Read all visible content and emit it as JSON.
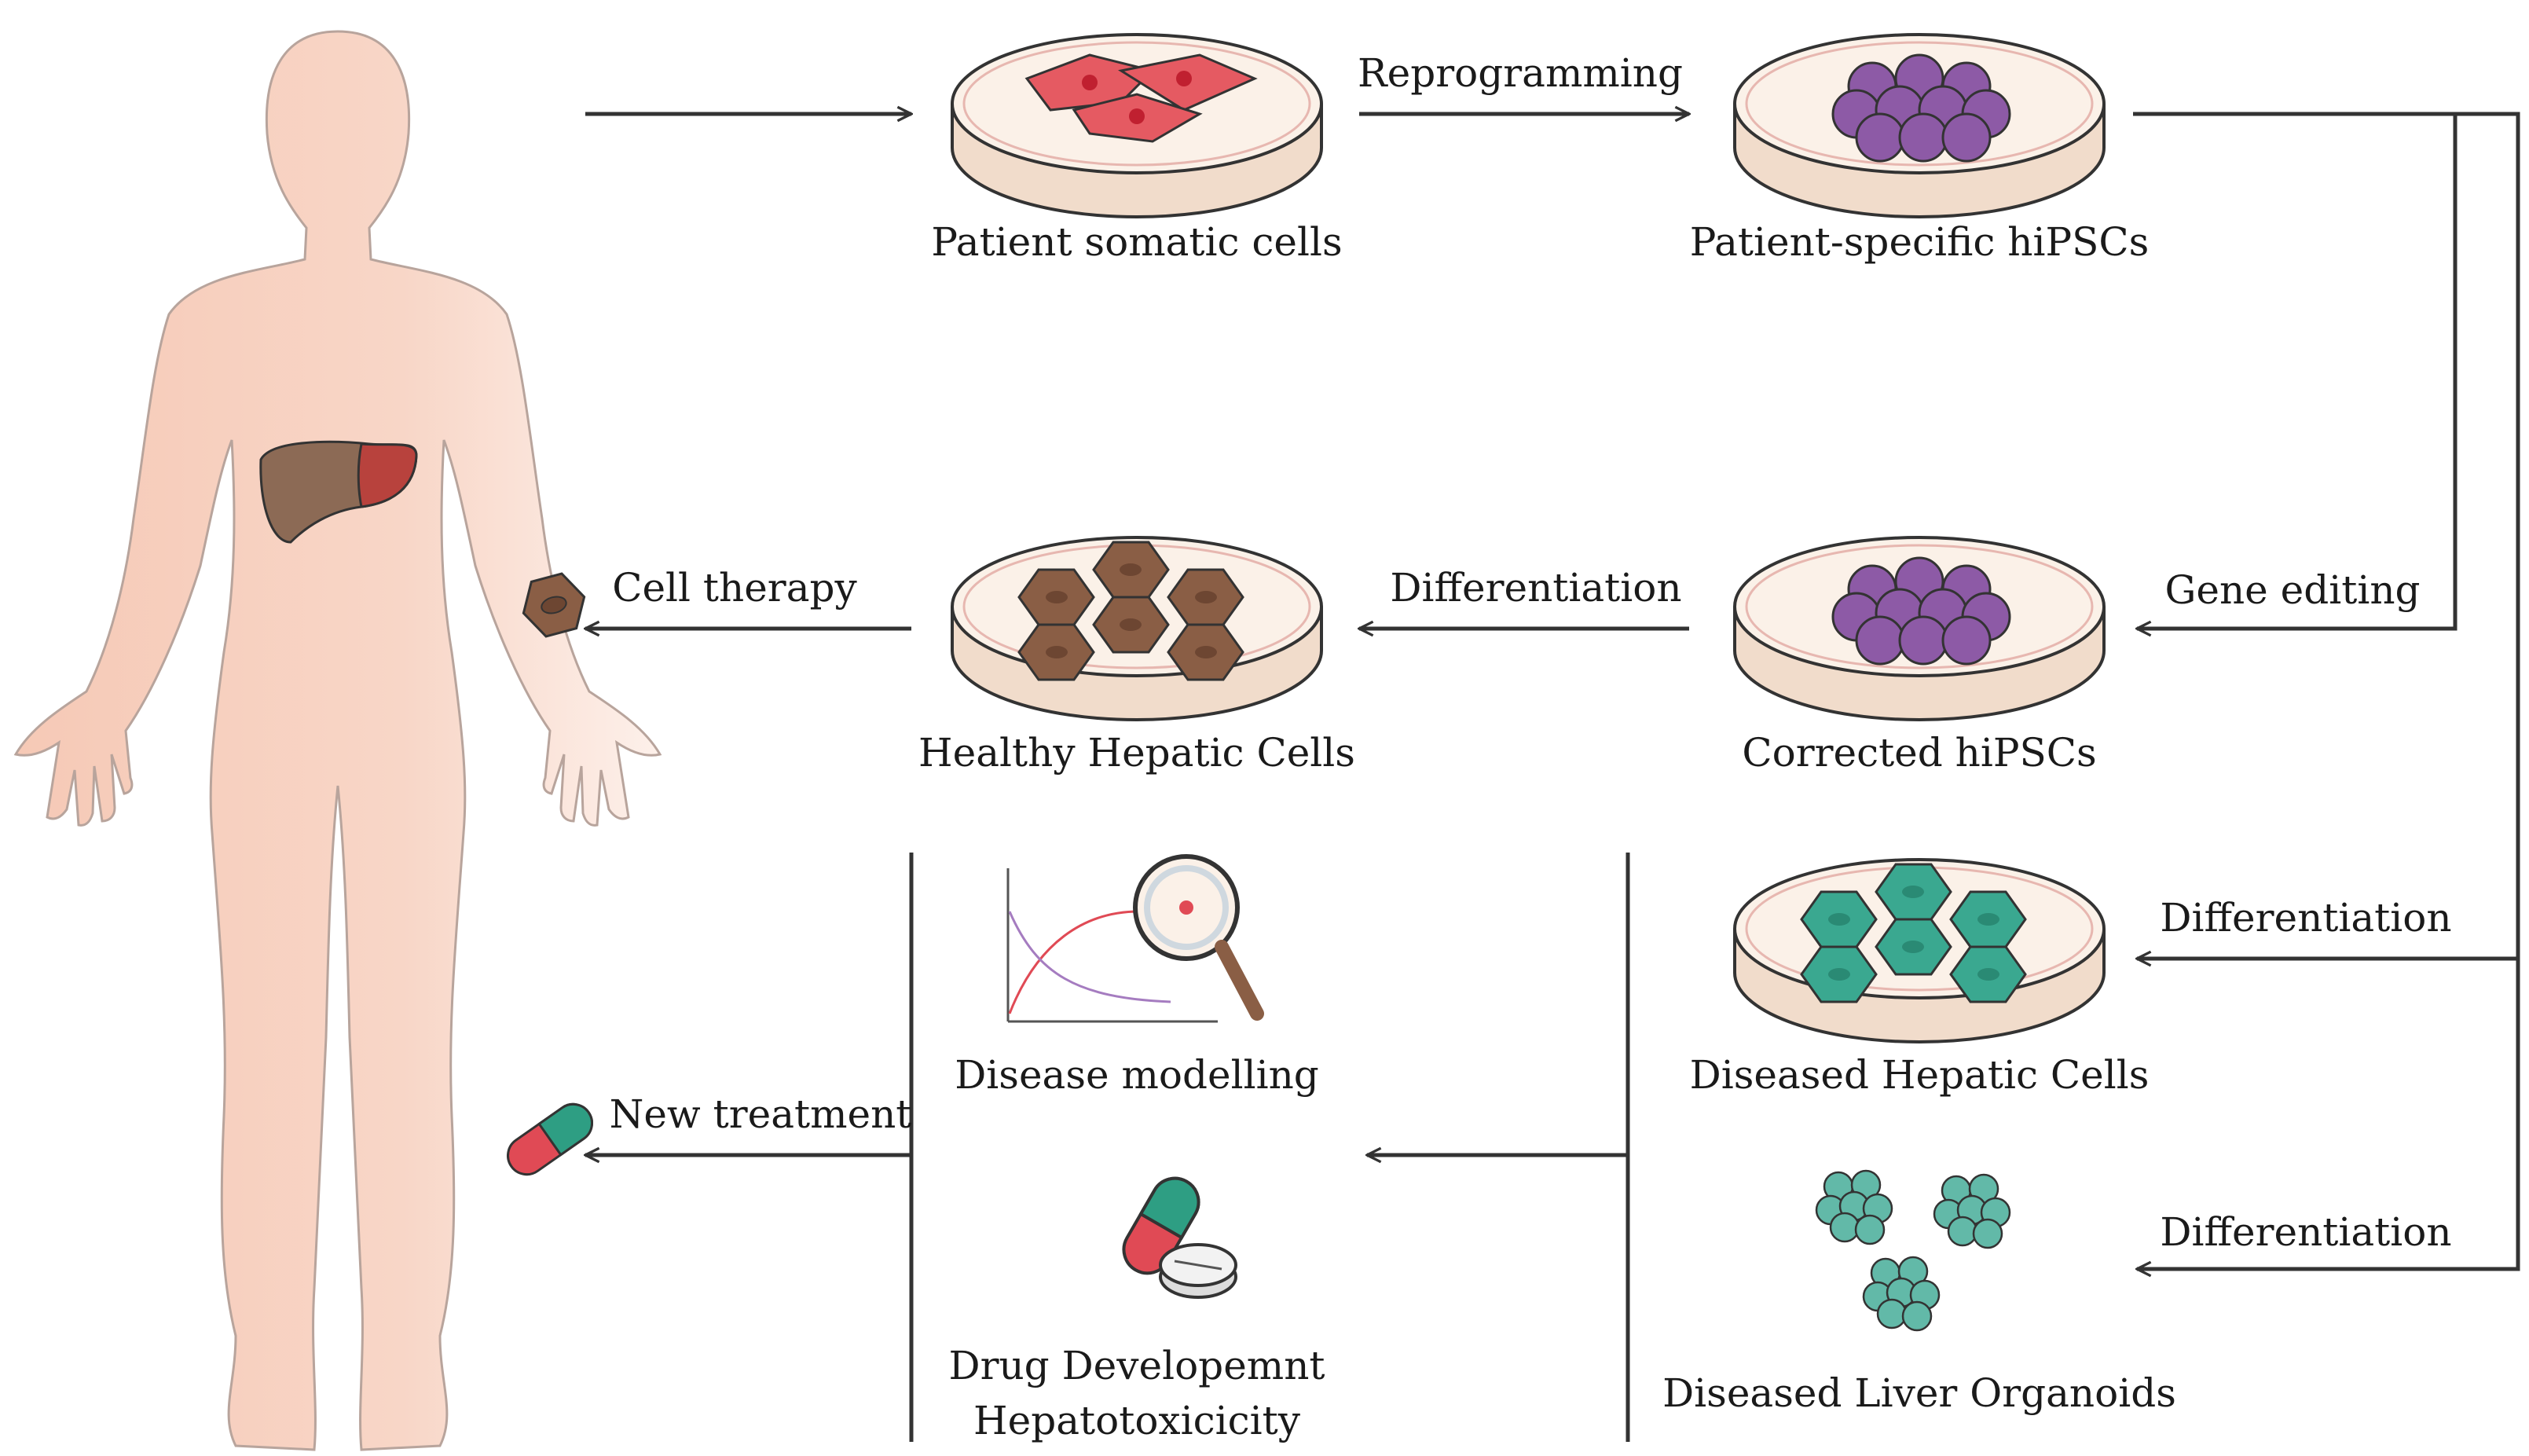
{
  "nodes": {
    "somatic": {
      "label": "Patient somatic cells",
      "cell_color": "#e55a62"
    },
    "hipsc": {
      "label": "Patient-specific hiPSCs",
      "cell_color": "#8d5aa6"
    },
    "corrected": {
      "label": "Corrected hiPSCs",
      "cell_color": "#8d5aa6"
    },
    "healthy": {
      "label": "Healthy Hepatic Cells",
      "cell_color": "#8a5e45"
    },
    "diseased": {
      "label": "Diseased Hepatic Cells",
      "cell_color": "#3aa890"
    },
    "organoids": {
      "label": "Diseased Liver Organoids",
      "cell_color": "#62b9a8"
    },
    "disease_modelling": {
      "label": "Disease modelling"
    },
    "drug_dev": {
      "line1": "Drug Developemnt",
      "line2": "Hepatotoxicicity"
    }
  },
  "edges": {
    "reprogramming": "Reprogramming",
    "gene_editing": "Gene editing",
    "differentiation_healthy": "Differentiation",
    "differentiation_diseased": "Differentiation",
    "differentiation_organoids": "Differentiation",
    "cell_therapy": "Cell therapy",
    "new_treatment": "New treatment"
  },
  "colors": {
    "skin": "#f7d3c2",
    "liver": "#8c6a55",
    "dish": "#f4e3d3",
    "arrow": "#333333",
    "pill_green": "#2e9e83",
    "pill_red": "#e04a55"
  }
}
